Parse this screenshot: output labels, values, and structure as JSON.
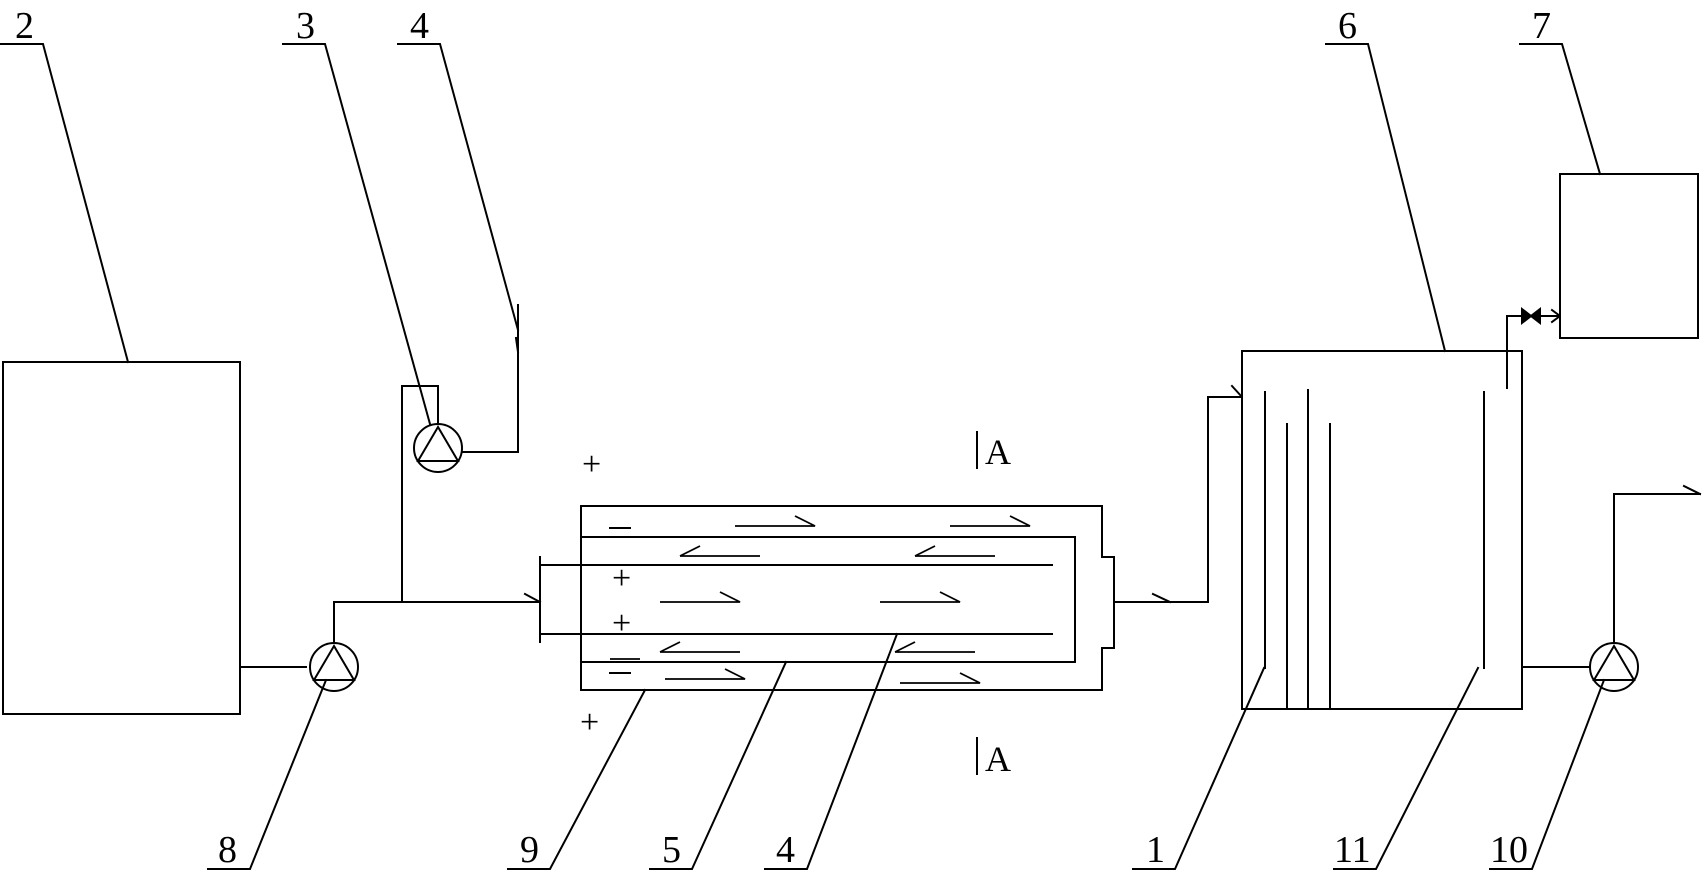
{
  "labels": {
    "item_2": "2",
    "item_3": "3",
    "item_4_top": "4",
    "item_6": "6",
    "item_7": "7",
    "item_8": "8",
    "item_9": "9",
    "item_5": "5",
    "item_4_bottom": "4",
    "item_1": "1",
    "item_11": "11",
    "item_10": "10"
  },
  "section_marks": {
    "top": "A",
    "bottom": "A"
  },
  "polarity": {
    "plus": "+",
    "minus": "−"
  },
  "colors": {
    "line": "#000000",
    "background": "#ffffff"
  }
}
